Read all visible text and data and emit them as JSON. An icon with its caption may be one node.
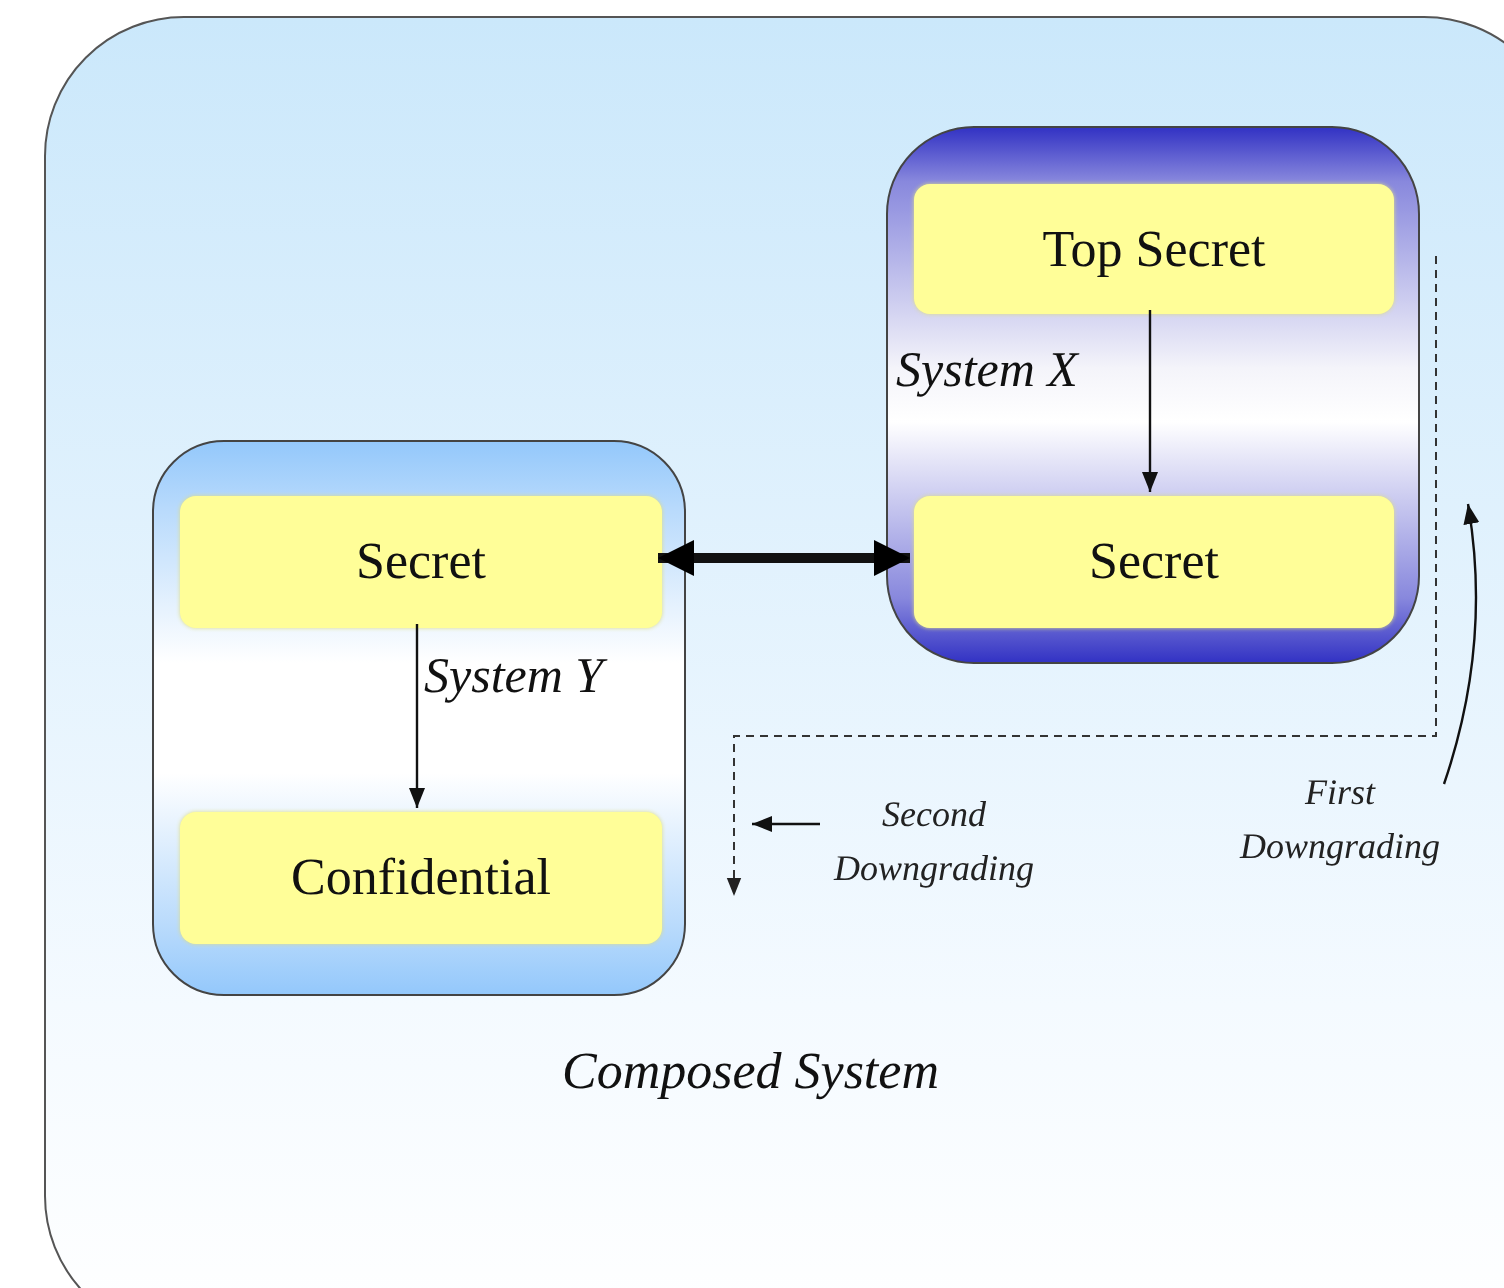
{
  "diagram": {
    "nodes": [
      {
        "text": [
          "Composed System"
        ]
      },
      {
        "text": [
          "System X"
        ],
        "in": 0
      },
      {
        "text": [
          "Top Secret"
        ],
        "in": 1
      },
      {
        "text": [
          "Secret"
        ],
        "in": 1
      },
      {
        "text": [
          "System Y"
        ],
        "in": 0
      },
      {
        "text": [
          "Secret"
        ],
        "in": 4
      },
      {
        "text": [
          "Confidential"
        ],
        "in": 4
      },
      {
        "text": [
          "First Downgrading"
        ],
        "in": 0
      },
      {
        "text": [
          "Second Downgrading"
        ],
        "in": 0
      }
    ],
    "edges": [
      {
        "from": 2,
        "to": 3,
        "arrow": "to"
      },
      {
        "from": 5,
        "to": 3,
        "arrow": "both",
        "style": "thick"
      },
      {
        "from": 5,
        "to": 6,
        "arrow": "to"
      },
      {
        "from": 7,
        "to": 1,
        "arrow": "to"
      },
      {
        "from": 8,
        "to": null,
        "arrow": "to"
      }
    ]
  }
}
